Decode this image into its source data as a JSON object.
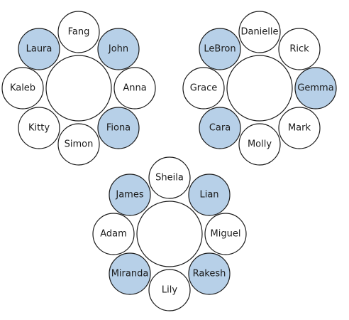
{
  "colors": {
    "highlight_fill": "#b7d0e8",
    "plain_fill": "#ffffff",
    "stroke": "#1a1a1a"
  },
  "tables": [
    {
      "seats": [
        {
          "name": "Fang",
          "highlighted": false
        },
        {
          "name": "John",
          "highlighted": true
        },
        {
          "name": "Anna",
          "highlighted": false
        },
        {
          "name": "Fiona",
          "highlighted": true
        },
        {
          "name": "Simon",
          "highlighted": false
        },
        {
          "name": "Kitty",
          "highlighted": false
        },
        {
          "name": "Kaleb",
          "highlighted": false
        },
        {
          "name": "Laura",
          "highlighted": true
        }
      ]
    },
    {
      "seats": [
        {
          "name": "Danielle",
          "highlighted": false
        },
        {
          "name": "Rick",
          "highlighted": false
        },
        {
          "name": "Gemma",
          "highlighted": true
        },
        {
          "name": "Mark",
          "highlighted": false
        },
        {
          "name": "Molly",
          "highlighted": false
        },
        {
          "name": "Cara",
          "highlighted": true
        },
        {
          "name": "Grace",
          "highlighted": false
        },
        {
          "name": "LeBron",
          "highlighted": true
        }
      ]
    },
    {
      "seats": [
        {
          "name": "Sheila",
          "highlighted": false
        },
        {
          "name": "Lian",
          "highlighted": true
        },
        {
          "name": "Miguel",
          "highlighted": false
        },
        {
          "name": "Rakesh",
          "highlighted": true
        },
        {
          "name": "Lily",
          "highlighted": false
        },
        {
          "name": "Miranda",
          "highlighted": true
        },
        {
          "name": "Adam",
          "highlighted": false
        },
        {
          "name": "James",
          "highlighted": true
        }
      ]
    }
  ]
}
